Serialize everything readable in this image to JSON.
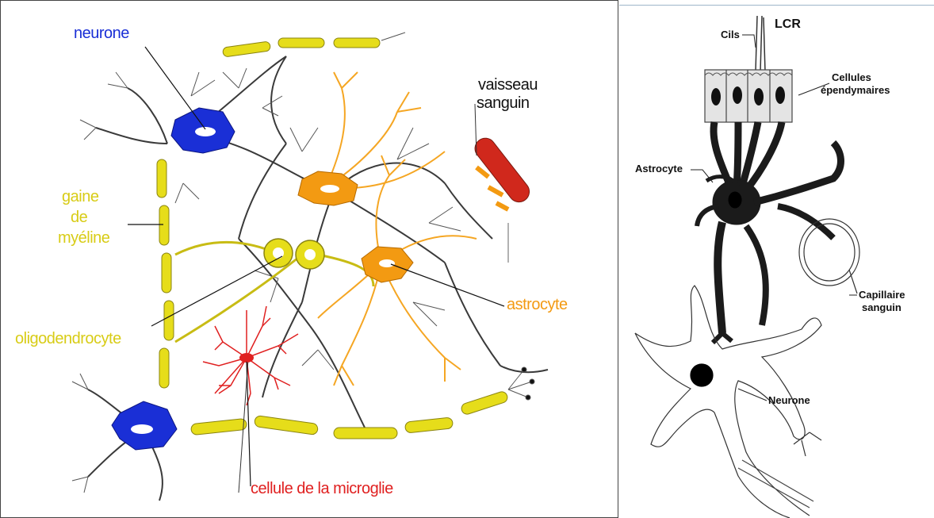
{
  "colors": {
    "neuron": "#1a2fd6",
    "myelin": "#e6dd1a",
    "astrocyte": "#f39a12",
    "microglia": "#e02020",
    "vessel": "#d0281c",
    "oligodendrocyte": "#d8cc16",
    "process": "#2b2b2b",
    "ink": "#111111"
  },
  "left_diagram": {
    "labels": {
      "neurone": "neurone",
      "vaisseau_1": "vaisseau",
      "vaisseau_2": "sanguin",
      "gaine_1": "gaine",
      "gaine_2": "de",
      "gaine_3": "myéline",
      "astrocyte": "astrocyte",
      "oligodendrocyte": "oligodendrocyte",
      "microglie": "cellule de la microglie"
    }
  },
  "right_diagram": {
    "labels": {
      "lcr": "LCR",
      "cils": "Cils",
      "cellules_1": "Cellules",
      "cellules_2": "épendymaires",
      "astrocyte": "Astrocyte",
      "capillaire_1": "Capillaire",
      "capillaire_2": "sanguin",
      "neurone": "Neurone"
    }
  }
}
